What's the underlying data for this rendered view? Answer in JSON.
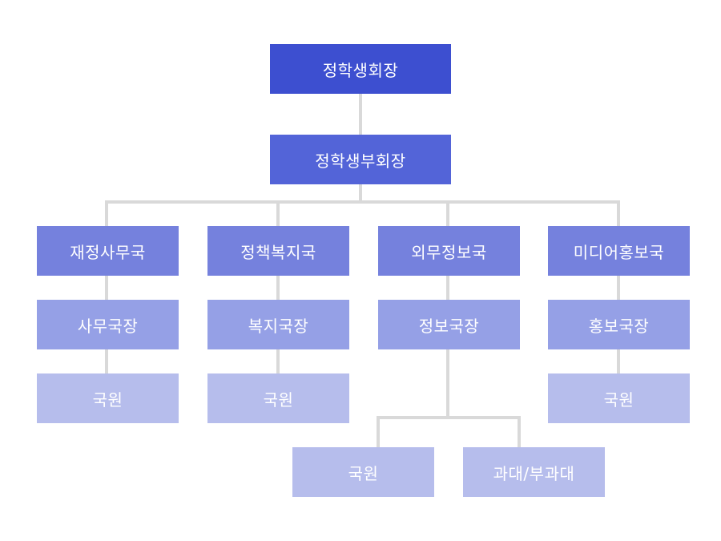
{
  "president": "정학생회장",
  "vice_president": "정학생부회장",
  "departments": {
    "finance": {
      "name": "재정사무국",
      "head": "사무국장",
      "member": "국원"
    },
    "welfare": {
      "name": "정책복지국",
      "head": "복지국장",
      "member": "국원"
    },
    "external": {
      "name": "외무정보국",
      "head": "정보국장",
      "member": "국원",
      "reps": "과대/부과대"
    },
    "media": {
      "name": "미디어홍보국",
      "head": "홍보국장",
      "member": "국원"
    }
  },
  "colors": {
    "level_0": "#3d4fd0",
    "level_1": "#5364d8",
    "level_2": "#7581dd",
    "level_3": "#95a0e6",
    "level_4": "#b6bdec",
    "connector": "#d9d9d9"
  }
}
